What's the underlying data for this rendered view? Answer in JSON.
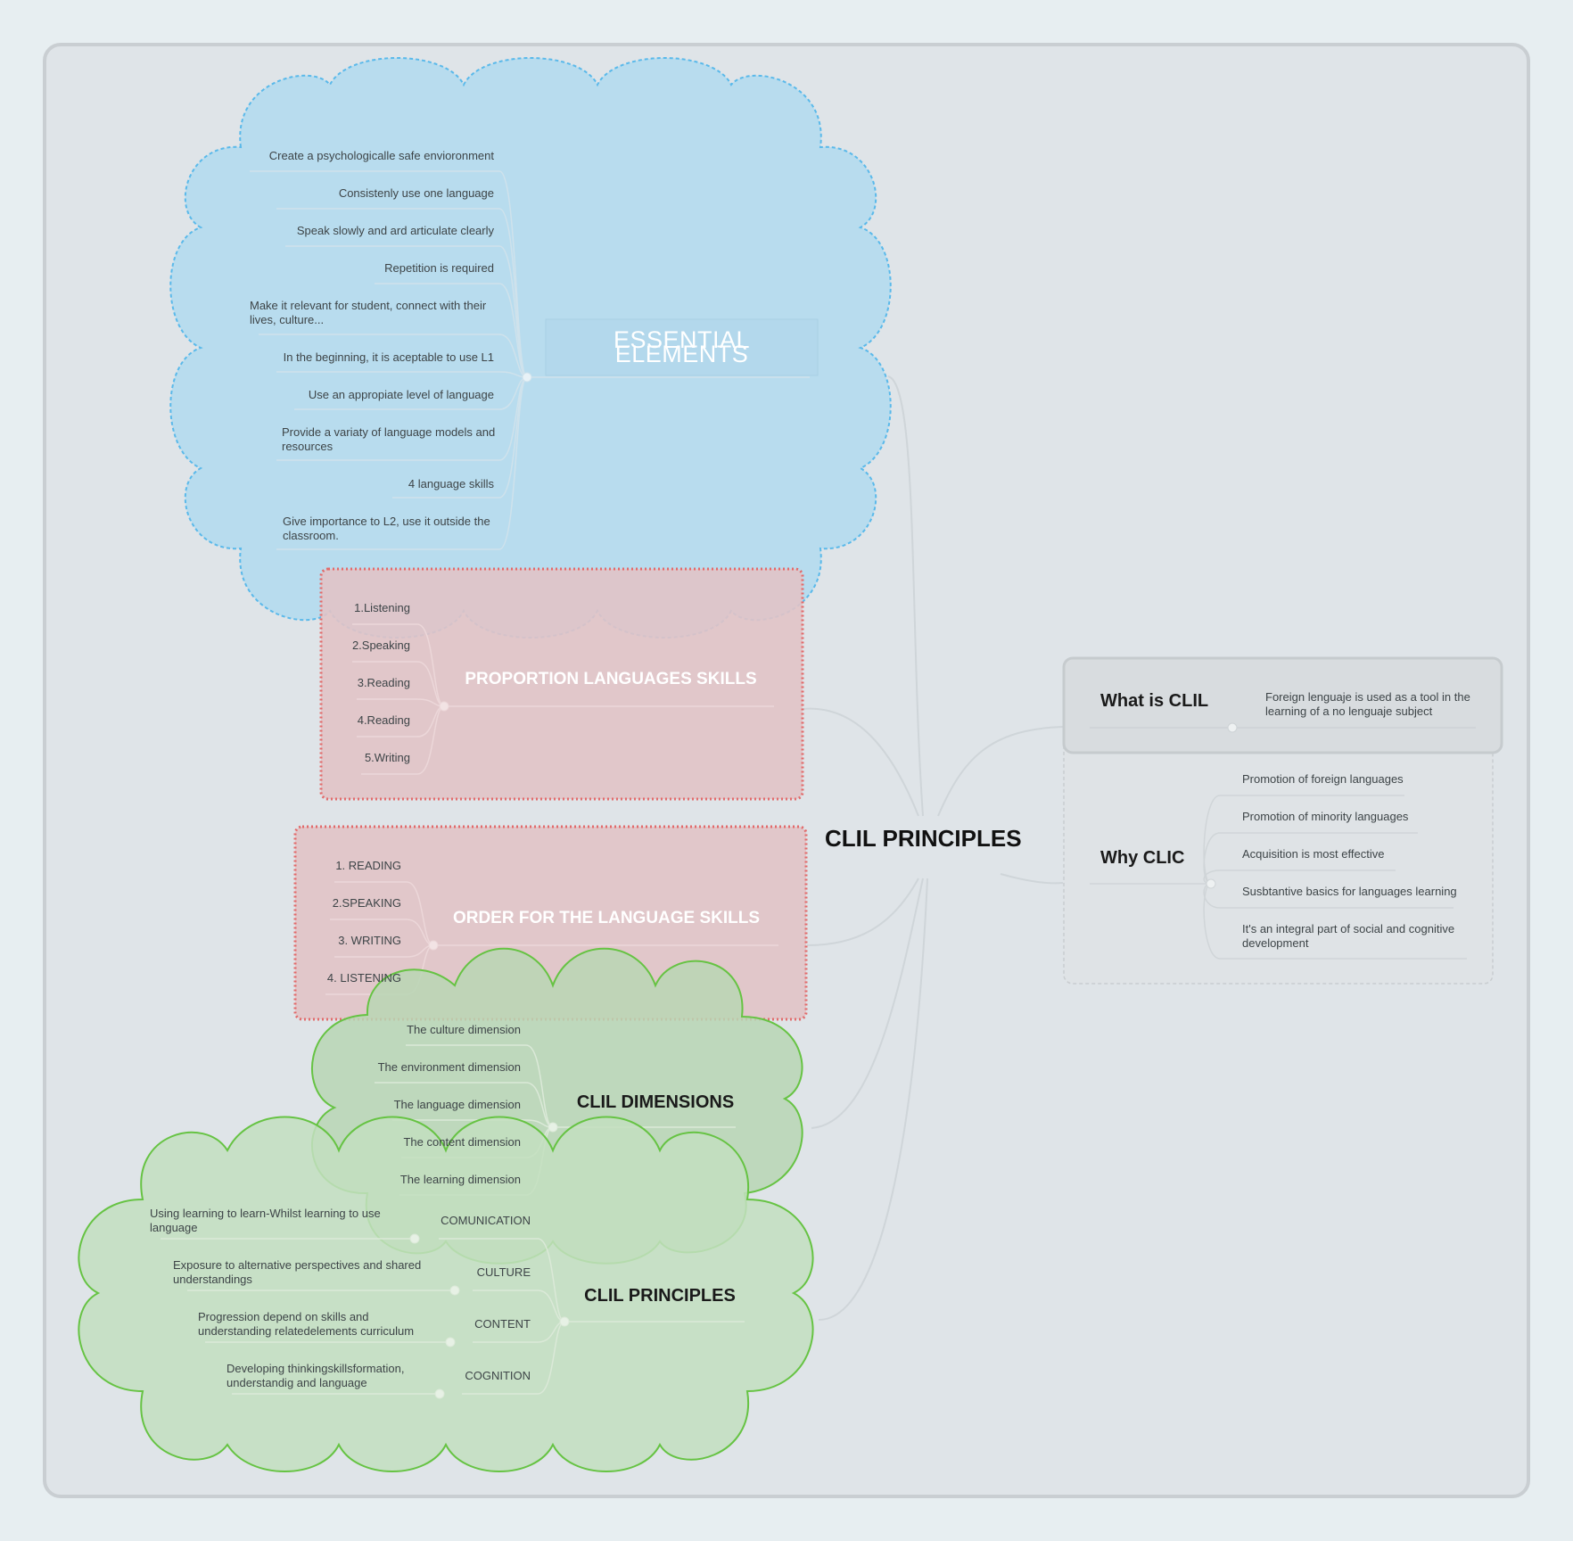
{
  "central": {
    "label": "CLIL PRINCIPLES"
  },
  "essential": {
    "title": "ESSENTIAL ELEMENTS",
    "items": [
      "Create a psychologicalle safe envioronment",
      "Consistenly use one language",
      "Speak slowly and ard articulate clearly",
      "Repetition is required",
      "Make it relevant for student, connect with their lives, culture...",
      "In the beginning, it is aceptable to use L1",
      "Use an appropiate level of language",
      "Provide a variaty of language models and resources",
      "4 language skills",
      "Give importance to L2, use it outside the classroom."
    ]
  },
  "proportion": {
    "title": "PROPORTION LANGUAGES SKILLS",
    "items": [
      "1.Listening",
      "2.Speaking",
      "3.Reading",
      "4.Reading",
      "5.Writing"
    ]
  },
  "order": {
    "title": "ORDER FOR THE LANGUAGE SKILLS",
    "items": [
      "1. READING",
      "2.SPEAKING",
      "3. WRITING",
      "4. LISTENING"
    ]
  },
  "dimensions": {
    "title": "CLIL DIMENSIONS",
    "items": [
      "The culture dimension",
      "The environment dimension",
      "The language dimension",
      "The content dimension",
      "The learning dimension"
    ]
  },
  "principles": {
    "title": "CLIL PRINCIPLES",
    "items": [
      {
        "label": "COMUNICATION",
        "detail": "Using learning to learn-Whilst learning to use language"
      },
      {
        "label": "CULTURE",
        "detail": "Exposure to alternative perspectives and shared understandings"
      },
      {
        "label": "CONTENT",
        "detail": "Progression depend on skills and understanding relatedelements curriculum"
      },
      {
        "label": "COGNITION",
        "detail": "Developing thinkingskillsformation, understandig and language"
      }
    ]
  },
  "what_is": {
    "title": "What is CLIL",
    "detail": "Foreign lenguaje is used as a tool in the learning of a no lenguaje subject"
  },
  "why": {
    "title": "Why CLIC",
    "items": [
      "Promotion of foreign languages",
      "Promotion of minority languages",
      "Acquisition is most effective",
      "Susbtantive basics for languages learning",
      "It's an integral part of social and cognitive development"
    ]
  },
  "colors": {
    "background": "#e7eef1",
    "canvas": "#dfe4e8",
    "blue_cloud": "#b8dcee",
    "blue_stroke": "#5ab9ea",
    "red_box": "#e1c3c6",
    "red_stroke": "#e26a6a",
    "green_cloud": "#cde2cb",
    "green_stroke": "#66c343",
    "gray_box": "#d8dcdf"
  }
}
